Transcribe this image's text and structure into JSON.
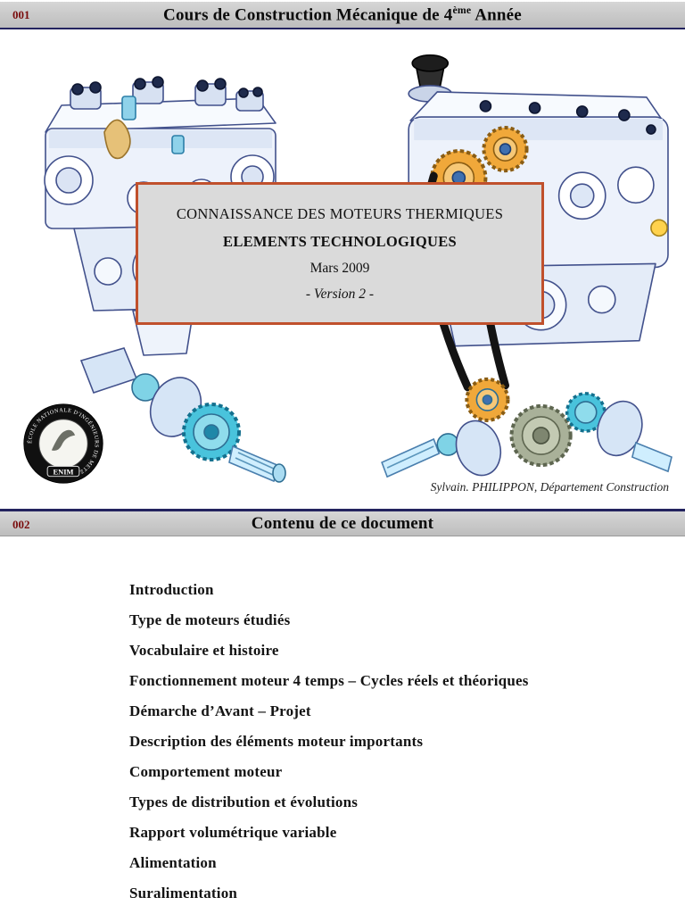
{
  "colors": {
    "header_bar": "#c7c7c7",
    "slide_number_red": "#7a0d0d",
    "navy_rule": "#23235f",
    "title_box_border": "#c0502c",
    "title_box_bg": "#dadada",
    "cyan_gear": "#49c3dc",
    "orange_gear": "#f0a83a"
  },
  "slide1": {
    "number": "001",
    "title_prefix": "Cours de Construction Mécanique de 4",
    "title_sup": "ème",
    "title_suffix": " Année",
    "box": {
      "line1": "CONNAISSANCE DES MOTEURS THERMIQUES",
      "line2": "ELEMENTS TECHNOLOGIQUES",
      "line3": "Mars 2009",
      "line4": "- Version 2 -"
    },
    "credit": "Sylvain. PHILIPPON, Département Construction",
    "logo": {
      "ring_text": "ÉCOLE NATIONALE D'INGÉNIEURS DE METZ",
      "name": "ENIM"
    }
  },
  "slide2": {
    "number": "002",
    "title": "Contenu de ce document",
    "toc": [
      "Introduction",
      "Type de moteurs étudiés",
      "Vocabulaire et histoire",
      "Fonctionnement moteur 4 temps – Cycles réels et théoriques",
      "Démarche d’Avant – Projet",
      "Description des éléments moteur importants",
      "Comportement moteur",
      "Types de distribution et évolutions",
      "Rapport volumétrique variable",
      "Alimentation",
      "Suralimentation"
    ]
  }
}
